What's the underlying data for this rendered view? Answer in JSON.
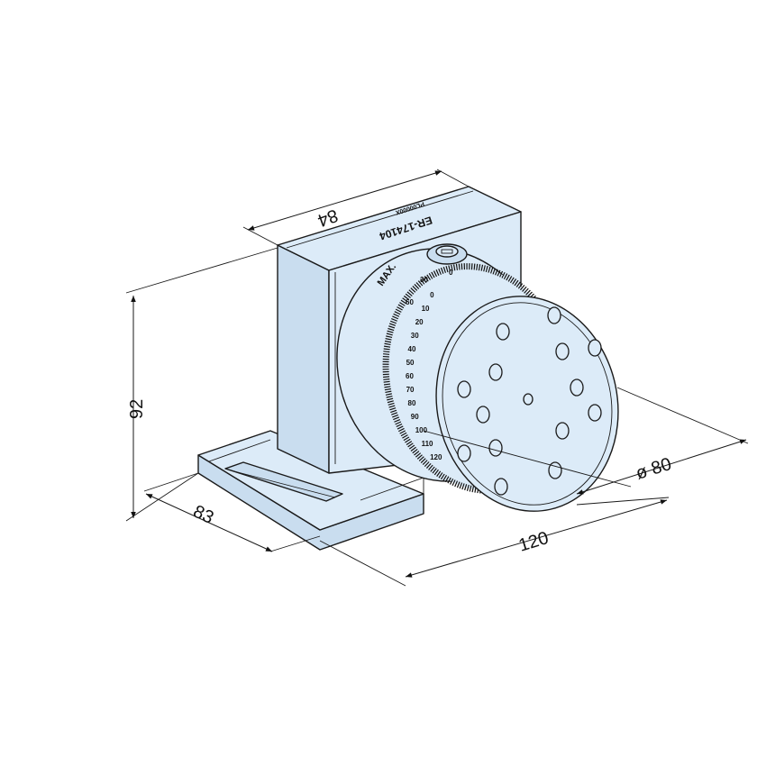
{
  "colors": {
    "body": "#dcebf8",
    "body_shade": "#c9ddef",
    "outline": "#1a1a1a"
  },
  "part": {
    "code": "ER-174104",
    "serial": "PL00000X",
    "max_label": "MAX."
  },
  "dimensions": {
    "width": "84",
    "height": "92",
    "base_depth": "83",
    "length": "120",
    "diameter": "ø 80"
  },
  "scale_numbers": [
    "0",
    "10",
    "20",
    "30",
    "40",
    "50",
    "60",
    "70",
    "80",
    "90",
    "100",
    "110",
    "120"
  ],
  "scale_top_numbers": [
    "60",
    "30",
    "0"
  ]
}
